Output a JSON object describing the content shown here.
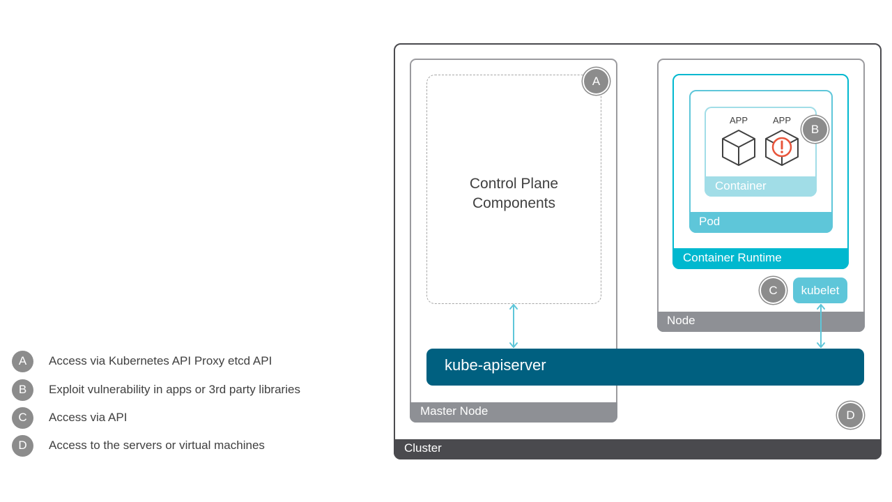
{
  "legend": {
    "items": [
      {
        "badge": "A",
        "text": "Access via Kubernetes API Proxy etcd API"
      },
      {
        "badge": "B",
        "text": "Exploit vulnerability in apps or 3rd party libraries"
      },
      {
        "badge": "C",
        "text": "Access via API"
      },
      {
        "badge": "D",
        "text": "Access to the servers or virtual machines"
      }
    ]
  },
  "diagram": {
    "cluster_label": "Cluster",
    "master_node_label": "Master Node",
    "control_plane_line1": "Control Plane",
    "control_plane_line2": "Components",
    "node_label": "Node",
    "container_runtime_label": "Container Runtime",
    "pod_label": "Pod",
    "container_label": "Container",
    "app1_label": "APP",
    "app2_label": "APP",
    "kubelet_label": "kubelet",
    "apiserver_label": "kube-apiserver",
    "marker_a": "A",
    "marker_b": "B",
    "marker_c": "C",
    "marker_d": "D"
  },
  "colors": {
    "cluster": "#4a4a4e",
    "node_gray": "#8e9095",
    "container_runtime": "#00b8cf",
    "pod": "#5ec6d9",
    "container": "#a1dde7",
    "apiserver": "#006080",
    "marker": "#8c8c8c",
    "warning": "#e8553b"
  }
}
